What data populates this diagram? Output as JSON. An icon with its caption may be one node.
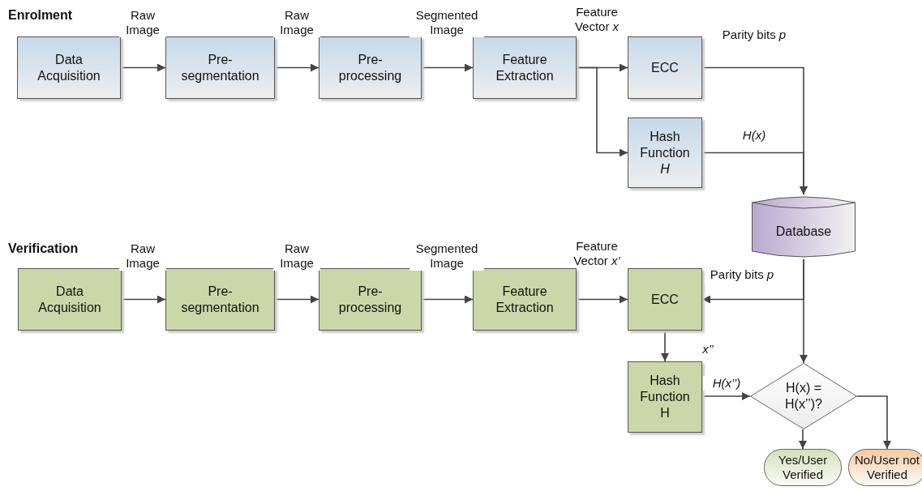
{
  "diagram": {
    "nodes": [
      {
        "text": [
          "Data Acquisition"
        ]
      },
      {
        "text": [
          "Pre-segmentation"
        ]
      },
      {
        "text": [
          "Pre-processing"
        ]
      },
      {
        "text": [
          "Feature Extraction"
        ]
      },
      {
        "text": [
          "ECC"
        ]
      },
      {
        "text": [
          "Hash Function *H*"
        ]
      },
      {
        "text": [
          "Database"
        ]
      },
      {
        "text": [
          "Data Acquisition"
        ]
      },
      {
        "text": [
          "Pre-segmentation"
        ]
      },
      {
        "text": [
          "Pre-processing"
        ]
      },
      {
        "text": [
          "Feature Extraction"
        ]
      },
      {
        "text": [
          "ECC"
        ]
      },
      {
        "text": [
          "Hash Function H"
        ]
      },
      {
        "text": [
          "H(x) = H(x’’)?"
        ]
      },
      {
        "text": [
          "Yes/User Verified"
        ]
      },
      {
        "text": [
          "No/User not Verified"
        ]
      }
    ],
    "edges": [
      {
        "from": 0,
        "to": 1,
        "arrow": "to",
        "label": "Raw Image"
      },
      {
        "from": 1,
        "to": 2,
        "arrow": "to",
        "label": "Raw Image"
      },
      {
        "from": 2,
        "to": 3,
        "arrow": "to",
        "label": "Segmented Image"
      },
      {
        "from": 3,
        "to": 4,
        "arrow": "to",
        "label": "Feature Vector *x*"
      },
      {
        "from": 3,
        "to": 5,
        "arrow": "to"
      },
      {
        "from": 4,
        "to": 6,
        "arrow": "to",
        "label": "Parity bits *p*"
      },
      {
        "from": 5,
        "to": 6,
        "arrow": "to",
        "label": "*H(x)*"
      },
      {
        "from": 7,
        "to": 8,
        "arrow": "to",
        "label": "Raw Image"
      },
      {
        "from": 8,
        "to": 9,
        "arrow": "to",
        "label": "Raw Image"
      },
      {
        "from": 9,
        "to": 10,
        "arrow": "to",
        "label": "Segmented Image"
      },
      {
        "from": 10,
        "to": 11,
        "arrow": "to",
        "label": "Feature Vector *x’*"
      },
      {
        "from": 6,
        "to": 11,
        "arrow": "to",
        "label": "Parity bits *p*"
      },
      {
        "from": 6,
        "to": 13,
        "arrow": "to"
      },
      {
        "from": 11,
        "to": 12,
        "arrow": "to",
        "label": "*x’’*"
      },
      {
        "from": 12,
        "to": 13,
        "arrow": "to",
        "label": "*H(x’’)*"
      },
      {
        "from": 13,
        "to": 14,
        "arrow": "to"
      },
      {
        "from": 13,
        "to": 15,
        "arrow": "to"
      }
    ],
    "labels": [
      "Enrolment",
      "Verification"
    ]
  }
}
